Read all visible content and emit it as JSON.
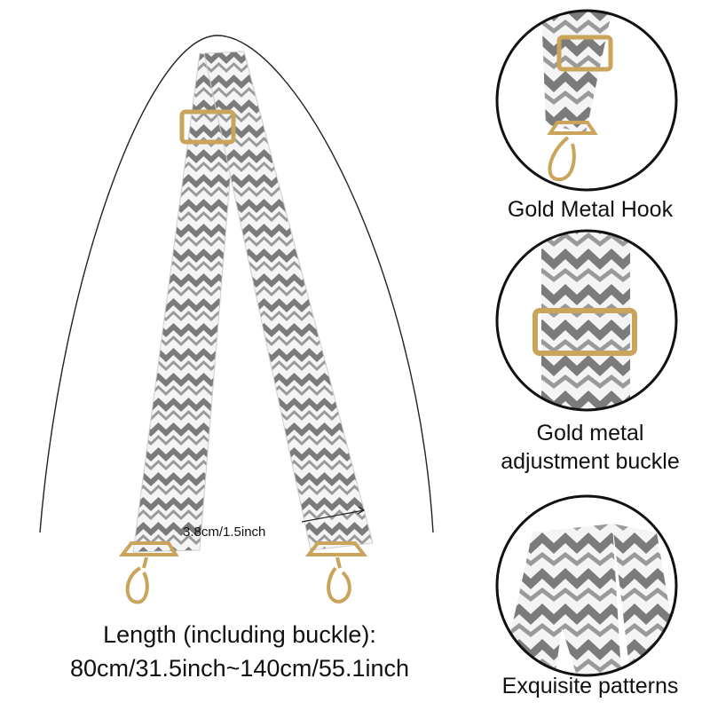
{
  "strap": {
    "width_label": "3.8cm/1.5inch",
    "length_line1": "Length (including buckle):",
    "length_line2": "80cm/31.5inch~140cm/55.1inch"
  },
  "details": [
    {
      "caption_lines": [
        "Gold Metal Hook"
      ]
    },
    {
      "caption_lines": [
        "Gold metal",
        "adjustment buckle"
      ]
    },
    {
      "caption_lines": [
        "Exquisite patterns"
      ]
    }
  ],
  "colors": {
    "stripe_gray": "#7b7b7b",
    "stripe_white": "#f4f4f4",
    "gold": "#c9a45a",
    "outline": "#111111"
  }
}
